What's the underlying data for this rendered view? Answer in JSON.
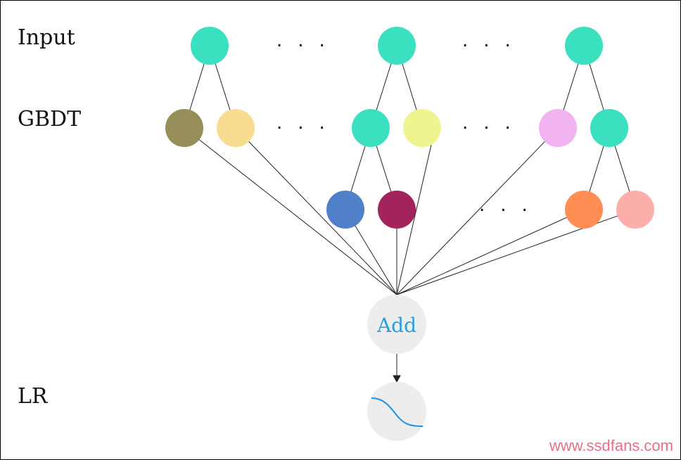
{
  "labels": {
    "input": "Input",
    "gbdt": "GBDT",
    "lr": "LR"
  },
  "nodes": {
    "add_label": "Add"
  },
  "ellipsis": "...",
  "colors": {
    "input_node": "#3ae0c0",
    "olive": "#958e58",
    "light_yellow": "#f7dc92",
    "pale_yellow": "#eef58e",
    "pink_lavender": "#f2b3f2",
    "blue": "#5080c8",
    "maroon": "#a3235c",
    "orange": "#ff8e55",
    "salmon": "#fcaeab",
    "add_node": "#ededed",
    "add_text": "#2b9ddb",
    "sigmoid_curve": "#1e90e8"
  },
  "watermark": {
    "url": "www.ssdfans.com"
  }
}
